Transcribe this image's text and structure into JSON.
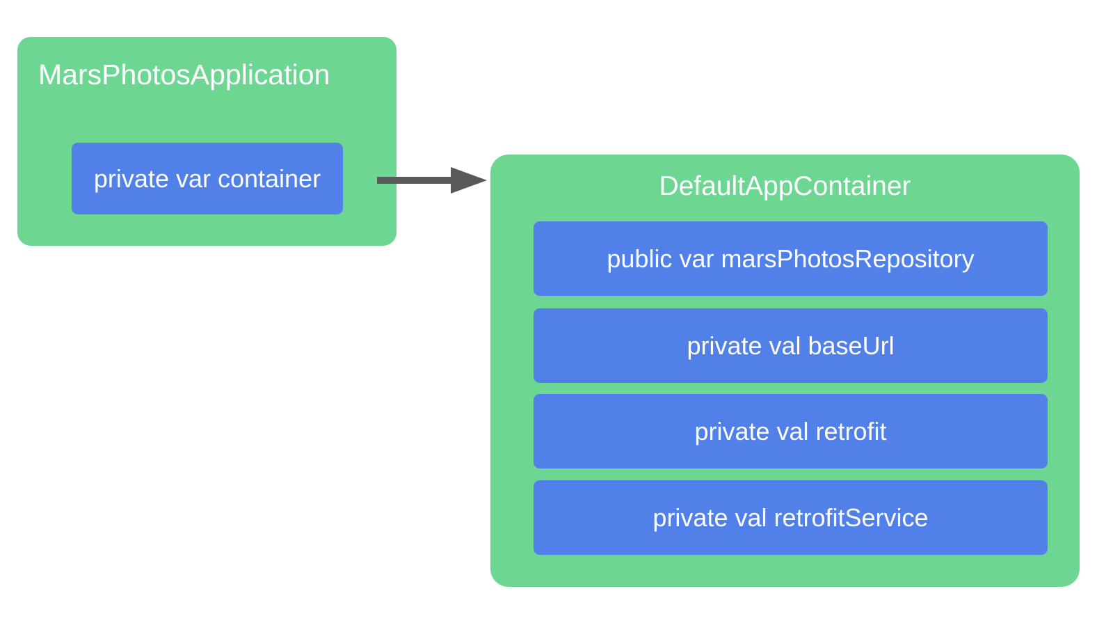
{
  "diagram": {
    "type": "class-dependency-diagram",
    "background_color": "#ffffff",
    "class_box_color": "#6ed693",
    "property_box_color": "#5080e8",
    "text_color": "#ffffff",
    "arrow_color": "#595959",
    "classes": [
      {
        "id": "application",
        "name": "MarsPhotosApplication",
        "properties": [
          {
            "label": "private var container",
            "visibility": "private",
            "kind": "var",
            "name": "container"
          }
        ]
      },
      {
        "id": "container",
        "name": "DefaultAppContainer",
        "properties": [
          {
            "label": "public var marsPhotosRepository",
            "visibility": "public",
            "kind": "var",
            "name": "marsPhotosRepository"
          },
          {
            "label": "private val baseUrl",
            "visibility": "private",
            "kind": "val",
            "name": "baseUrl"
          },
          {
            "label": "private val retrofit",
            "visibility": "private",
            "kind": "val",
            "name": "retrofit"
          },
          {
            "label": "private val retrofitService",
            "visibility": "private",
            "kind": "val",
            "name": "retrofitService"
          }
        ]
      }
    ],
    "connections": [
      {
        "id": "container-dependency",
        "from": "MarsPhotosApplication.container",
        "to": "DefaultAppContainer",
        "style": "solid-arrow"
      }
    ]
  }
}
